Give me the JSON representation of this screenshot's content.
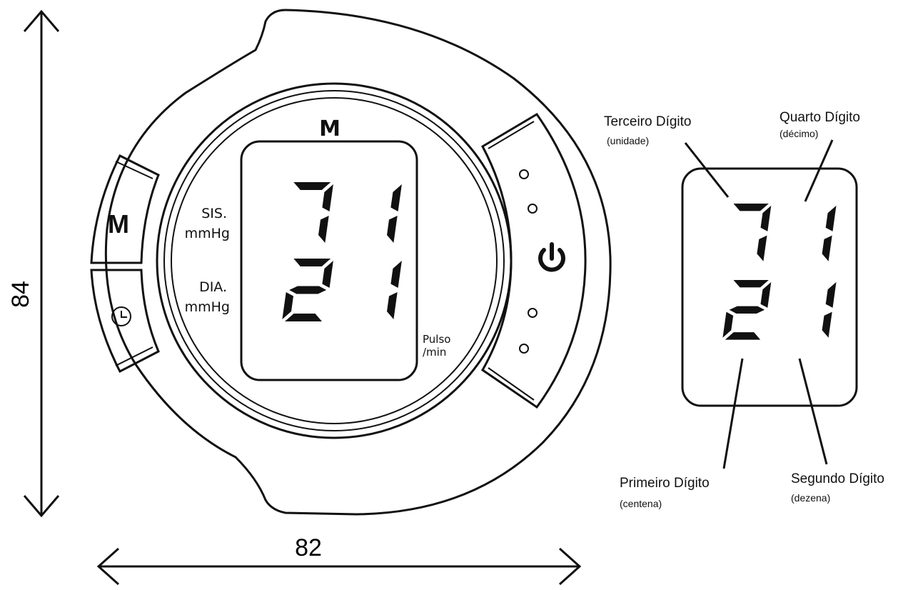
{
  "dimensions": {
    "height_label": "84",
    "width_label": "82"
  },
  "device": {
    "memory_indicator": "M",
    "labels": {
      "systolic": "SIS.",
      "systolic_unit": "mmHg",
      "diastolic": "DIA.",
      "diastolic_unit": "mmHg",
      "pulse": "Pulso",
      "pulse_unit": "/min"
    },
    "buttons": {
      "memory_label": "M"
    },
    "display": {
      "top_digits": "71",
      "bottom_digits": "21"
    }
  },
  "detail": {
    "display": {
      "top_digits": "71",
      "bottom_digits": "21"
    },
    "callouts": {
      "third_digit": {
        "title": "Terceiro Dígito",
        "note": "(unidade)"
      },
      "fourth_digit": {
        "title": "Quarto Dígito",
        "note": "(décimo)"
      },
      "first_digit": {
        "title": "Primeiro Dígito",
        "note": "(centena)"
      },
      "second_digit": {
        "title": "Segundo Dígito",
        "note": "(dezena)"
      }
    }
  },
  "icons": [
    "memory-icon",
    "clock-icon",
    "power-icon",
    "indicator-dot-icon"
  ]
}
